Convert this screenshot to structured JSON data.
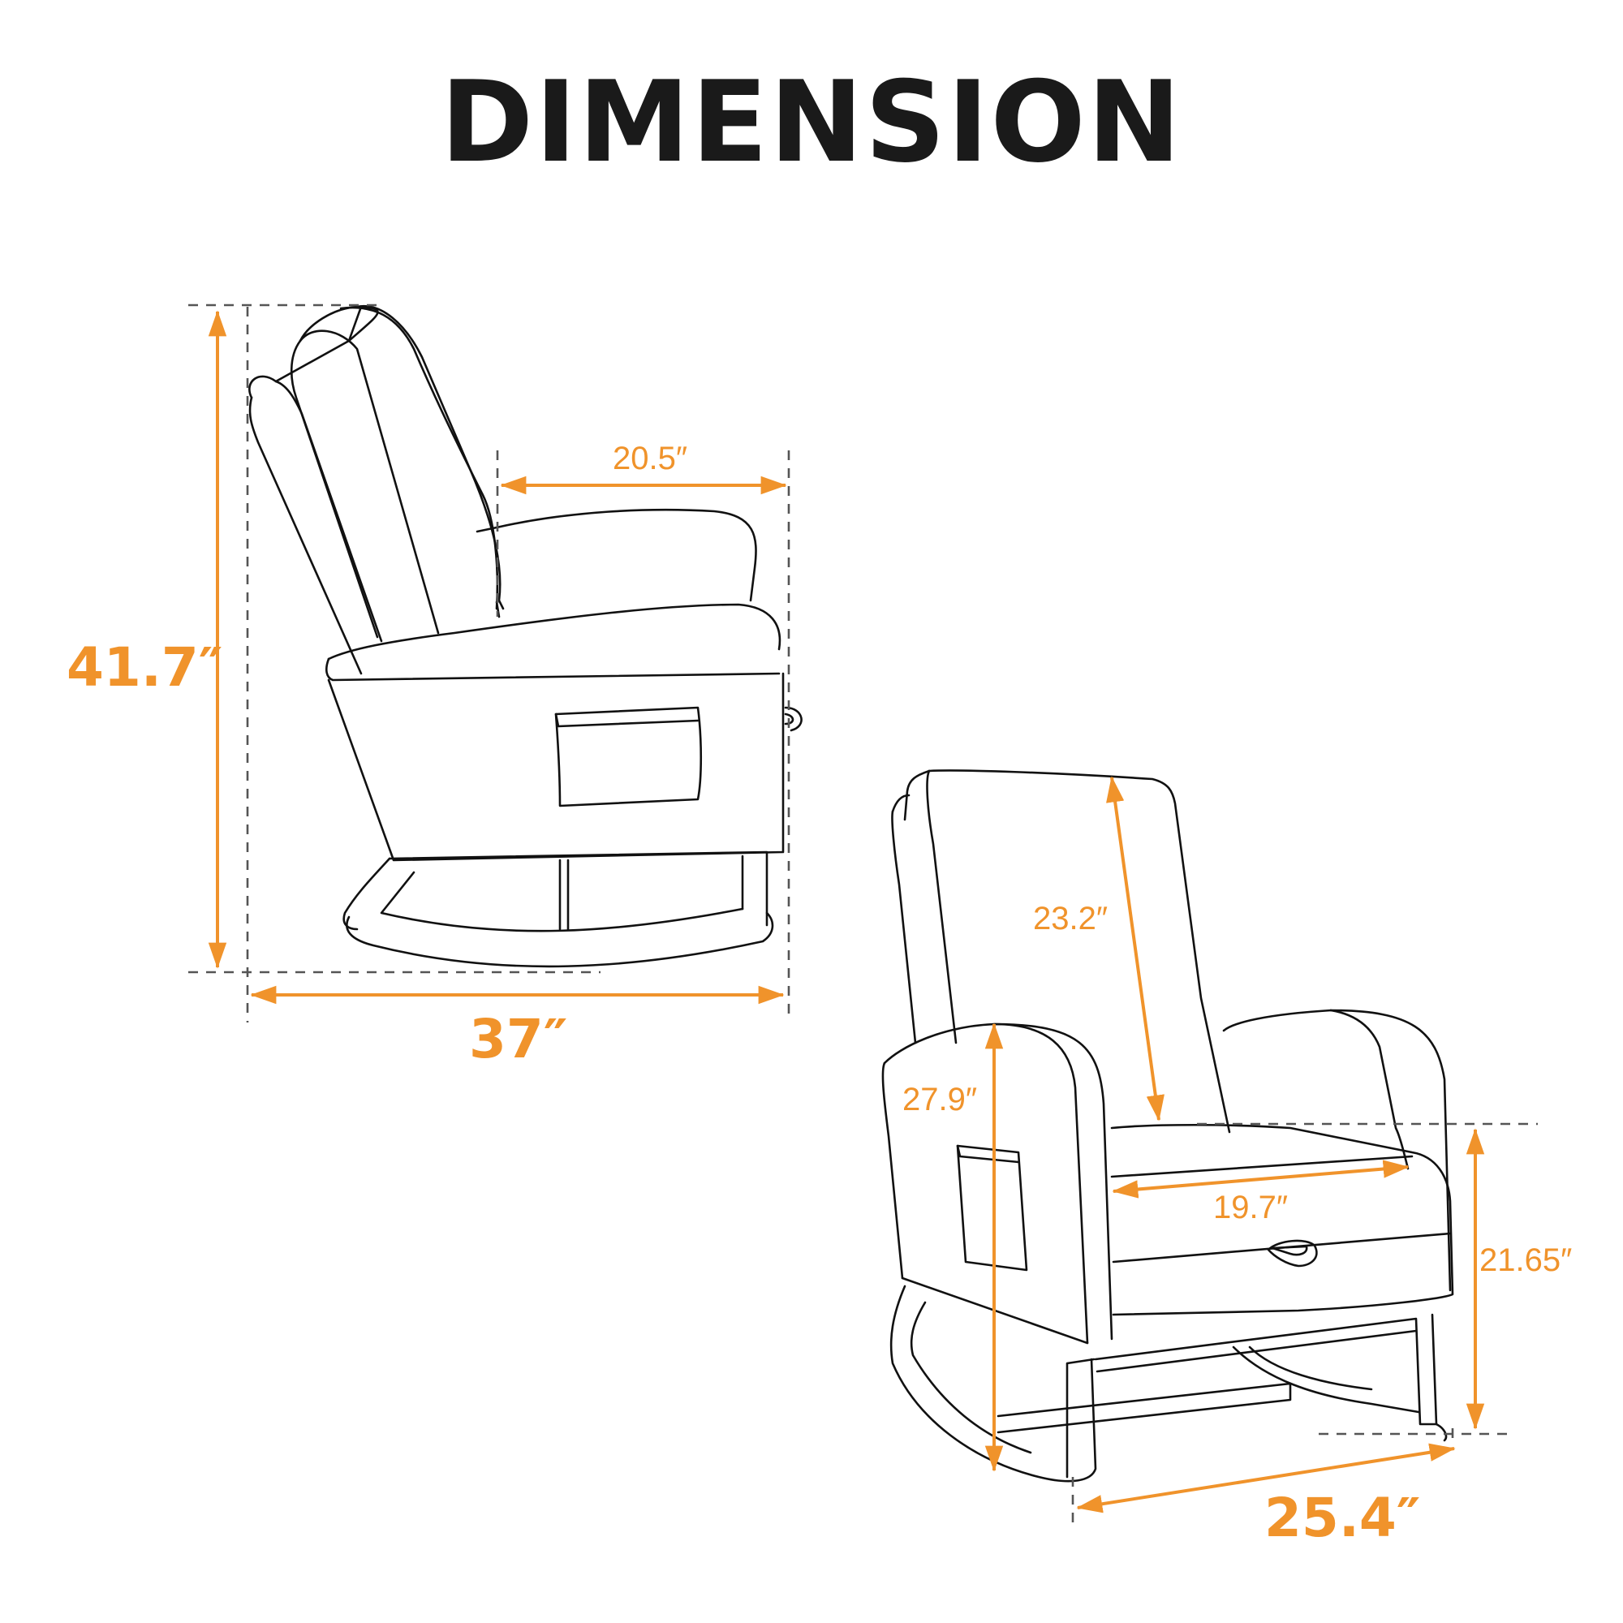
{
  "title": "DIMENSION",
  "colors": {
    "accent": "#F0932B",
    "outline": "#111111",
    "guide": "#555555",
    "background": "#FFFFFF"
  },
  "side_view": {
    "overall_height": "41.7″",
    "overall_depth": "37″",
    "armrest_length": "20.5″"
  },
  "front_view": {
    "backrest_height": "23.2″",
    "arm_height": "27.9″",
    "seat_width": "19.7″",
    "seat_height": "21.65″",
    "overall_width": "25.4″"
  },
  "icons": {
    "side_chair": "rocking-chair-side-outline",
    "front_chair": "rocking-chair-front-outline",
    "pull_handle": "recline-handle"
  }
}
